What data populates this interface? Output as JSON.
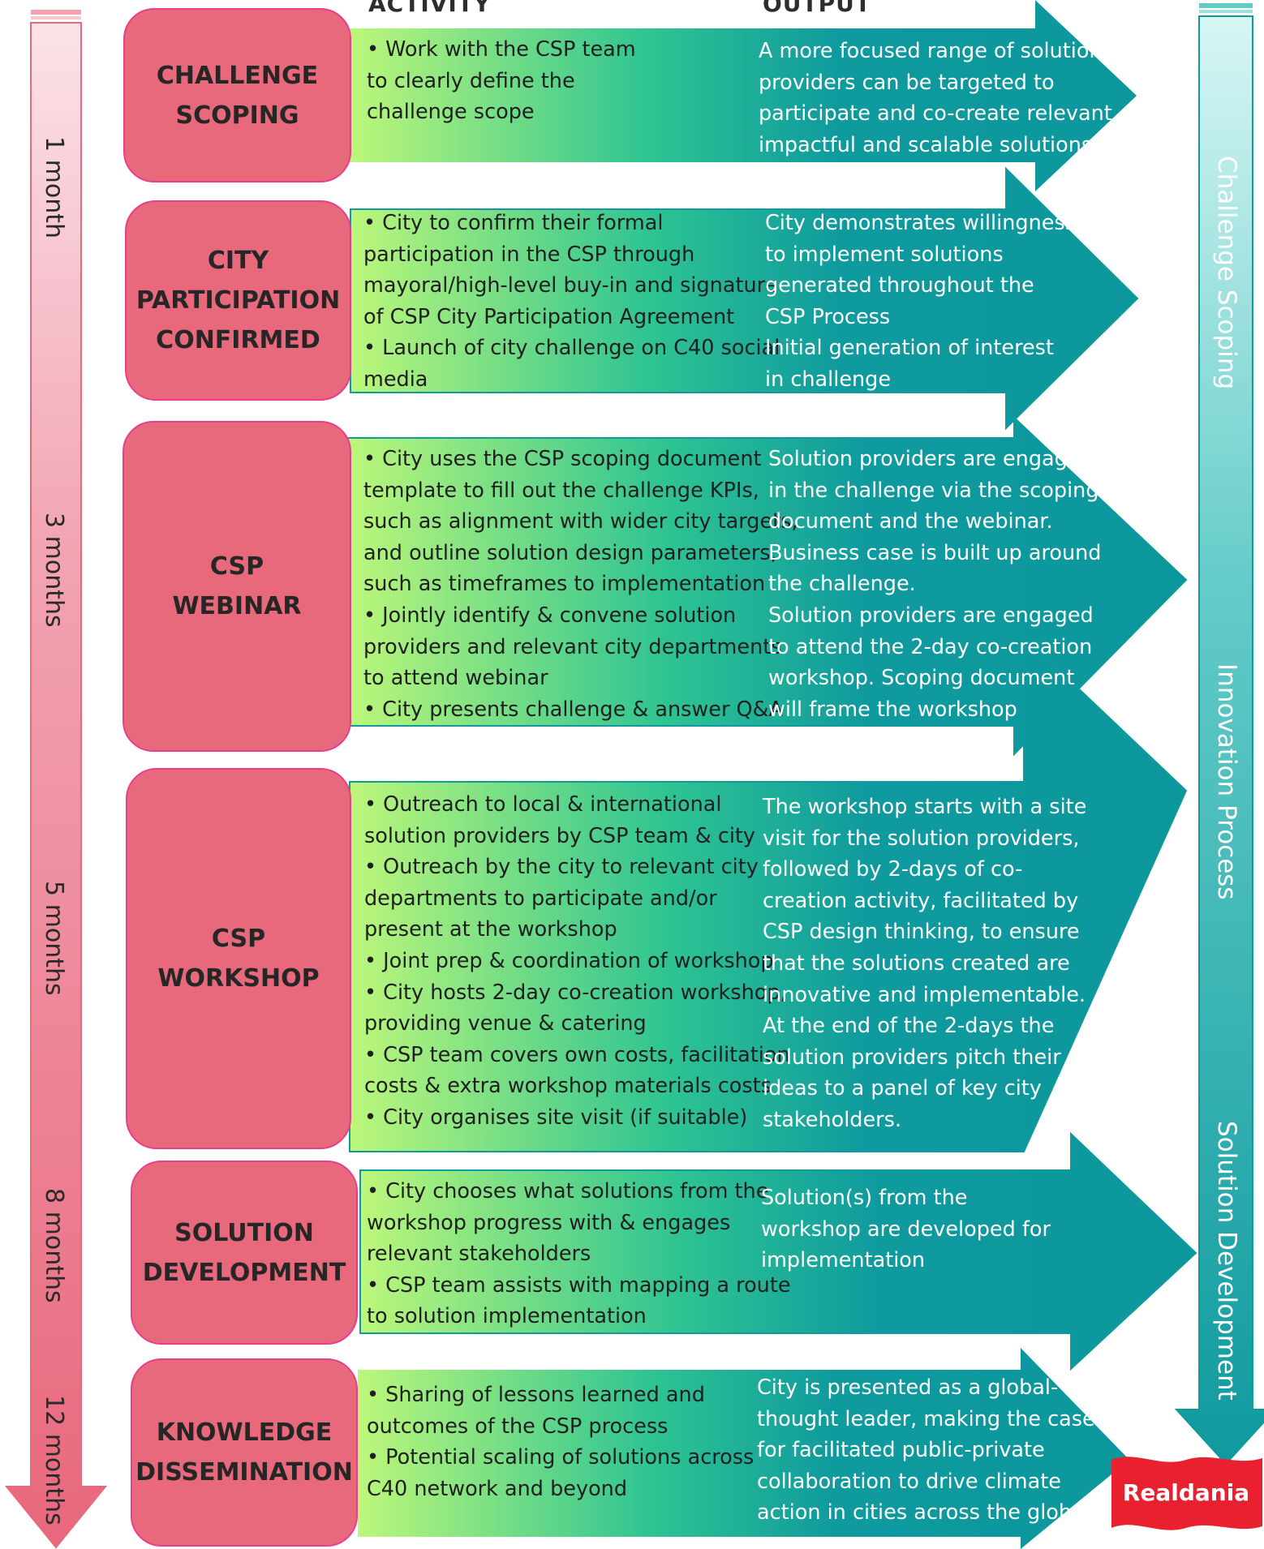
{
  "headers": {
    "activity": "ACTIVITY",
    "output": "OUTPUT"
  },
  "timeline": [
    "1 month",
    "3 months",
    "5 months",
    "8 months",
    "12 months"
  ],
  "phases": [
    "Challenge Scoping",
    "Innovation Process",
    "Solution  Development"
  ],
  "stages": [
    {
      "title": "CHALLENGE\nSCOPING",
      "activity": [
        "• Work with the CSP team",
        "to clearly define the",
        "challenge scope"
      ],
      "output": [
        "A more focused range of solution",
        "providers can be targeted to",
        "participate and co-create relevant,",
        "impactful and scalable solutions"
      ]
    },
    {
      "title": "CITY\nPARTICIPATION\nCONFIRMED",
      "activity": [
        "• City to confirm their formal",
        "participation in the CSP through",
        "mayoral/high-level buy-in and signature",
        "of CSP City Participation Agreement",
        "• Launch of city challenge on C40 social",
        "media"
      ],
      "output": [
        "City demonstrates willingness",
        "to implement solutions",
        "generated throughout the",
        "CSP Process",
        "Initial generation of interest",
        "in challenge"
      ]
    },
    {
      "title": "CSP\nWEBINAR",
      "activity": [
        "• City uses the CSP scoping document",
        "template to fill out the challenge KPIs,",
        "such as alignment with wider city targets,",
        "and outline solution design parameters,",
        "such as timeframes to implementation",
        "• Jointly identify & convene solution",
        "providers and relevant city departments",
        "to attend webinar",
        "• City presents challenge & answer Q&A"
      ],
      "output": [
        "Solution providers are engaged",
        "in the challenge via the scoping",
        "document and the webinar.",
        "Business case is built up around",
        "the challenge.",
        "Solution providers are engaged",
        "to attend the 2-day co-creation",
        "workshop. Scoping document",
        "will frame the workshop"
      ]
    },
    {
      "title": "CSP\nWORKSHOP",
      "activity": [
        "• Outreach to local & international",
        "solution providers by CSP team & city",
        "• Outreach by the city to relevant city",
        "departments to participate and/or",
        "present at the workshop",
        "• Joint prep & coordination of workshop",
        "• City hosts 2-day co-creation workshop,",
        "providing venue & catering",
        "• CSP team covers own costs, facilitation",
        "costs & extra workshop materials costs",
        "• City organises site visit (if suitable)"
      ],
      "output": [
        "The workshop starts with a site",
        "visit for the solution providers,",
        "followed by 2-days of co-",
        "creation activity, facilitated by",
        "CSP design thinking, to ensure",
        "that the solutions created are",
        "innovative and implementable.",
        "At the end of the 2-days the",
        "solution providers pitch their",
        "ideas to a panel of key city",
        "stakeholders."
      ]
    },
    {
      "title": "SOLUTION\nDEVELOPMENT",
      "activity": [
        "• City chooses what solutions from the",
        "workshop progress with & engages",
        "relevant stakeholders",
        "• CSP team assists with mapping a route",
        "to solution implementation"
      ],
      "output": [
        "Solution(s) from the",
        "workshop are developed for",
        "implementation"
      ]
    },
    {
      "title": "KNOWLEDGE\nDISSEMINATION",
      "activity": [
        "• Sharing of lessons learned and",
        "outcomes of the CSP process",
        "• Potential scaling of solutions across",
        "C40 network and beyond"
      ],
      "output": [
        "City is presented as a global-",
        "thought leader, making the case",
        "for facilitated public-private",
        "collaboration to drive climate",
        "action in cities across the globe"
      ]
    }
  ],
  "logo": {
    "text": "Realdania"
  },
  "colors": {
    "stage_fill": "#e8687c",
    "stage_border": "#e83e8c",
    "arrow_start": "#bdf77a",
    "arrow_mid": "#2ec492",
    "arrow_end": "#0f9a9e",
    "logo_red": "#e8202f"
  }
}
